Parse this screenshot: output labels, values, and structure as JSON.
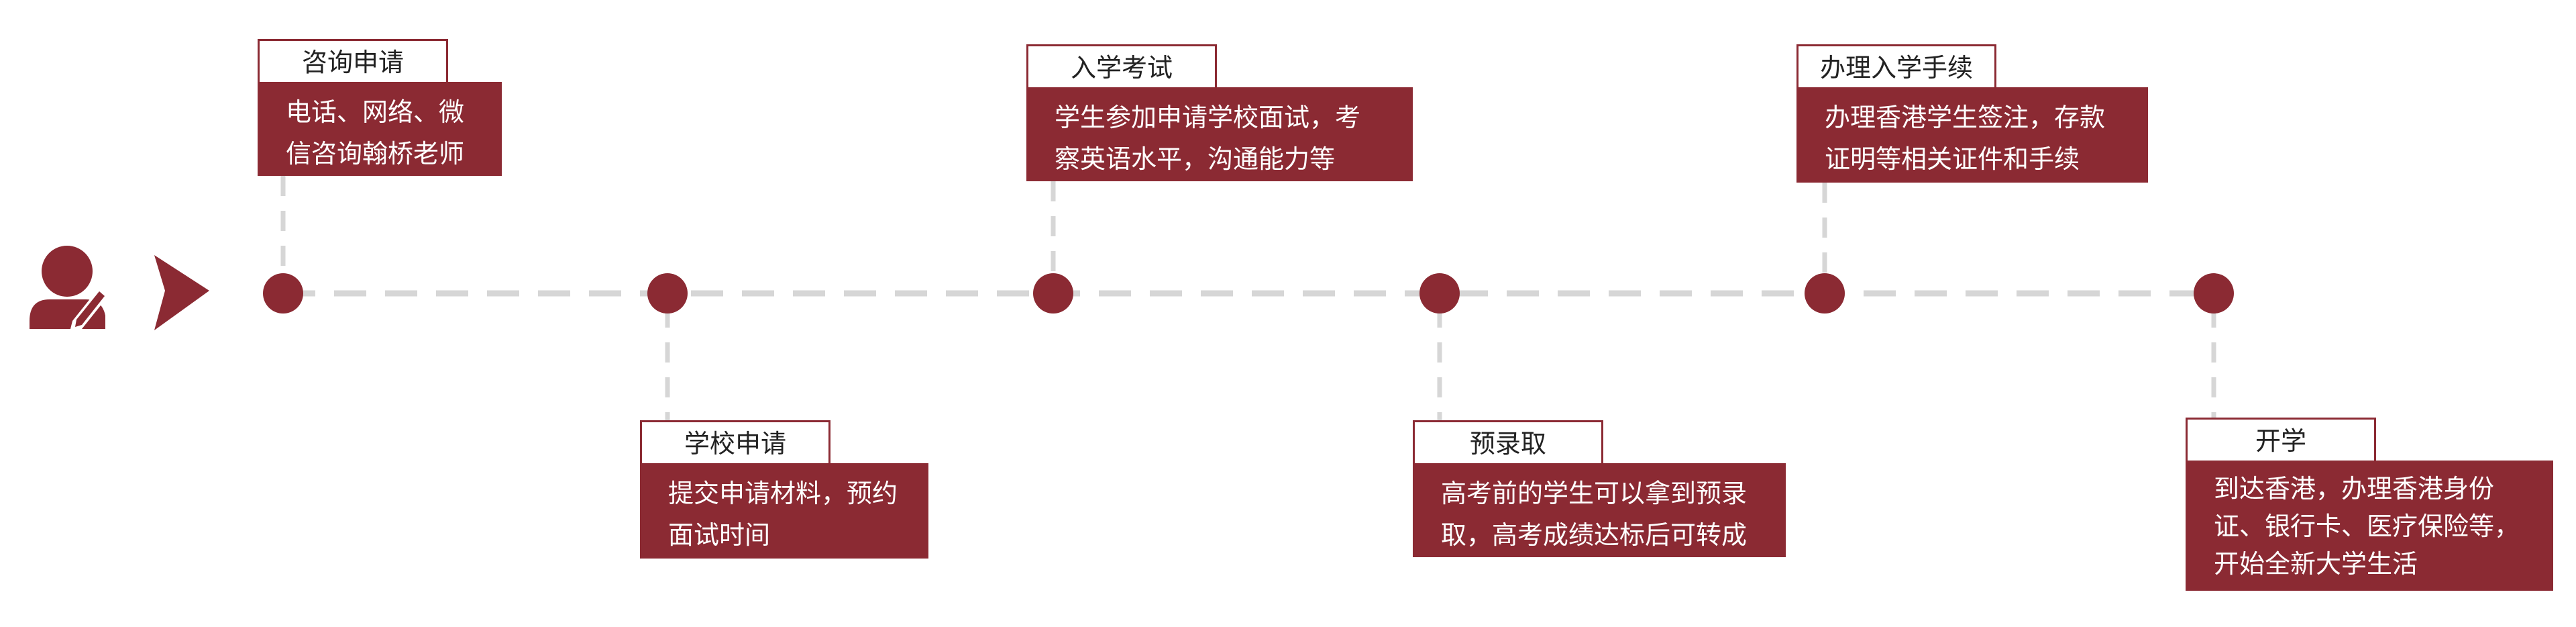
{
  "colors": {
    "accent": "#8b2a33",
    "line": "#d6d6d6"
  },
  "start_icons": [
    "user-edit-icon",
    "chevron-right-icon"
  ],
  "steps": [
    {
      "title": "咨询申请",
      "lines": [
        "电话、网络、微",
        "信咨询翰桥老师"
      ]
    },
    {
      "title": "学校申请",
      "lines": [
        "提交申请材料，预约",
        "面试时间"
      ]
    },
    {
      "title": "入学考试",
      "lines": [
        "学生参加申请学校面试，考",
        "察英语水平，沟通能力等"
      ]
    },
    {
      "title": "预录取",
      "lines": [
        "高考前的学生可以拿到预录",
        "取，高考成绩达标后可转成"
      ]
    },
    {
      "title": "办理入学手续",
      "lines": [
        "办理香港学生签注，存款",
        "证明等相关证件和手续"
      ]
    },
    {
      "title": "开学",
      "lines": [
        "到达香港，办理香港身份",
        "证、银行卡、医疗保险等，",
        "开始全新大学生活"
      ]
    }
  ]
}
